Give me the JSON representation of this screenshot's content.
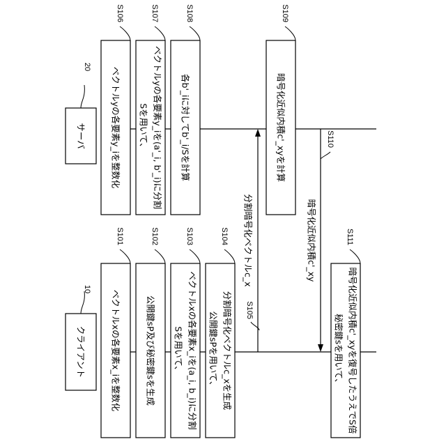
{
  "server": {
    "ref": "20",
    "name": "サーバ",
    "steps": [
      {
        "id": "S106",
        "lines": [
          "ベクトルyの各要素y_iを整数化"
        ]
      },
      {
        "id": "S107",
        "lines": [
          "Sを用いて、",
          "ベクトルyの各要素y_iを(a'_i, b'_i)に分割"
        ]
      },
      {
        "id": "S108",
        "lines": [
          "各b'_iに対してb'_i/Sを計算"
        ]
      },
      {
        "id": "S109",
        "lines": [
          "暗号化近似内積c'_xyを計算"
        ]
      }
    ]
  },
  "client": {
    "ref": "10",
    "name": "クライアント",
    "steps": [
      {
        "id": "S101",
        "lines": [
          "ベクトルxの各要素x_iを整数化"
        ]
      },
      {
        "id": "S102",
        "lines": [
          "公開鍵sP及び秘密鍵sを生成"
        ]
      },
      {
        "id": "S103",
        "lines": [
          "Sを用いて、",
          "ベクトルxの各要素x_iを(a_i, b_i)に分割"
        ]
      },
      {
        "id": "S104",
        "lines": [
          "公開鍵sPを用いて、",
          "分割暗号化ベクトルc_xを生成"
        ]
      },
      {
        "id": "S111",
        "lines": [
          "秘密鍵sを用いて、",
          "暗号化近似内積c'_xyを復号したうえでS倍"
        ]
      }
    ]
  },
  "messages": [
    {
      "id": "S105",
      "label": "分割暗号化ベクトルc_x",
      "direction": "client-to-server"
    },
    {
      "id": "S110",
      "label": "暗号化近似内積c'_xy",
      "direction": "server-to-client"
    }
  ]
}
